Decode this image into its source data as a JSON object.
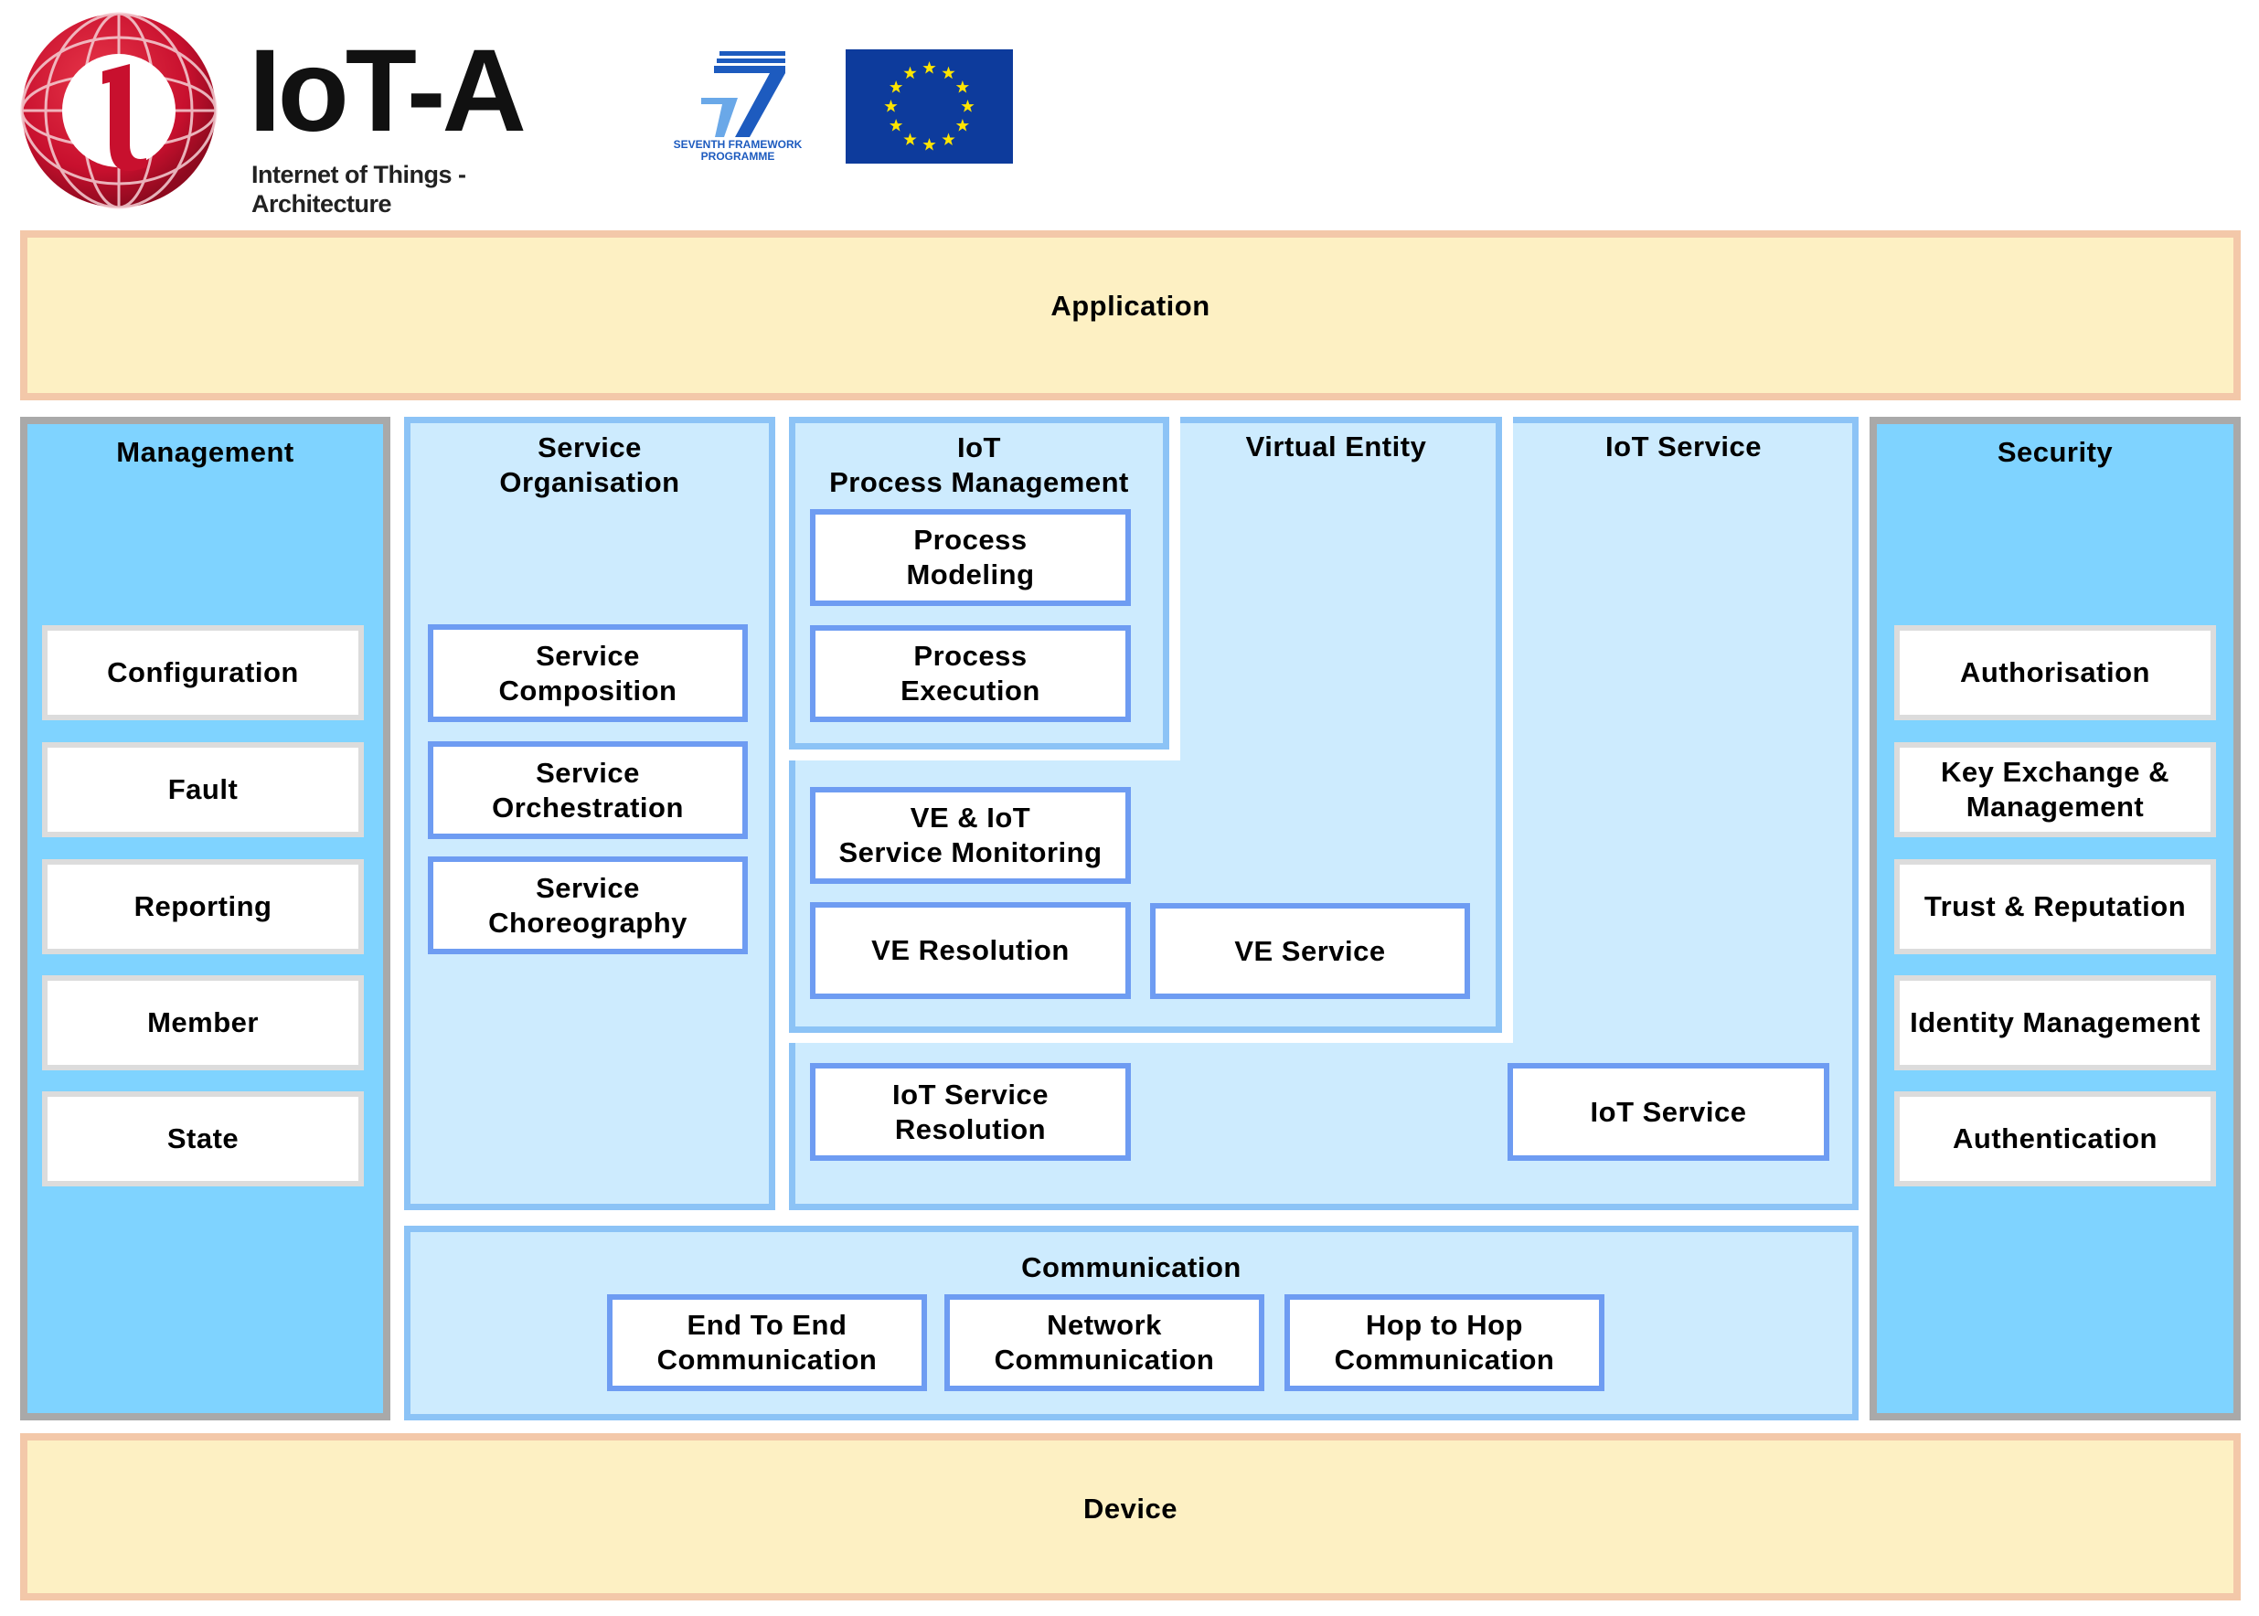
{
  "header": {
    "logo_title": "IoT-A",
    "logo_subtitle": "Internet of Things - Architecture",
    "fp7_text_line1": "SEVENTH FRAMEWORK",
    "fp7_text_line2": "PROGRAMME",
    "eu_flag_color": "#0d3b9c",
    "eu_star_color": "#ffe500",
    "logo_globe_color": "#c8102e"
  },
  "layers": {
    "application": "Application",
    "device": "Device"
  },
  "management": {
    "title": "Management",
    "items": [
      "Configuration",
      "Fault",
      "Reporting",
      "Member",
      "State"
    ]
  },
  "security": {
    "title": "Security",
    "items": [
      "Authorisation",
      "Key Exchange &\nManagement",
      "Trust & Reputation",
      "Identity Management",
      "Authentication"
    ]
  },
  "service_organisation": {
    "title": "Service\nOrganisation",
    "items": [
      "Service\nComposition",
      "Service\nOrchestration",
      "Service\nChoreography"
    ]
  },
  "process_management": {
    "title": "IoT\nProcess Management",
    "items": [
      "Process\nModeling",
      "Process\nExecution"
    ]
  },
  "virtual_entity": {
    "title": "Virtual Entity",
    "items": [
      "VE & IoT\nService Monitoring",
      "VE Resolution",
      "VE Service"
    ]
  },
  "iot_service": {
    "title": "IoT Service",
    "items": [
      "IoT Service\nResolution",
      "IoT Service"
    ]
  },
  "communication": {
    "title": "Communication",
    "items": [
      "End To End\nCommunication",
      "Network\nCommunication",
      "Hop to Hop\nCommunication"
    ]
  }
}
